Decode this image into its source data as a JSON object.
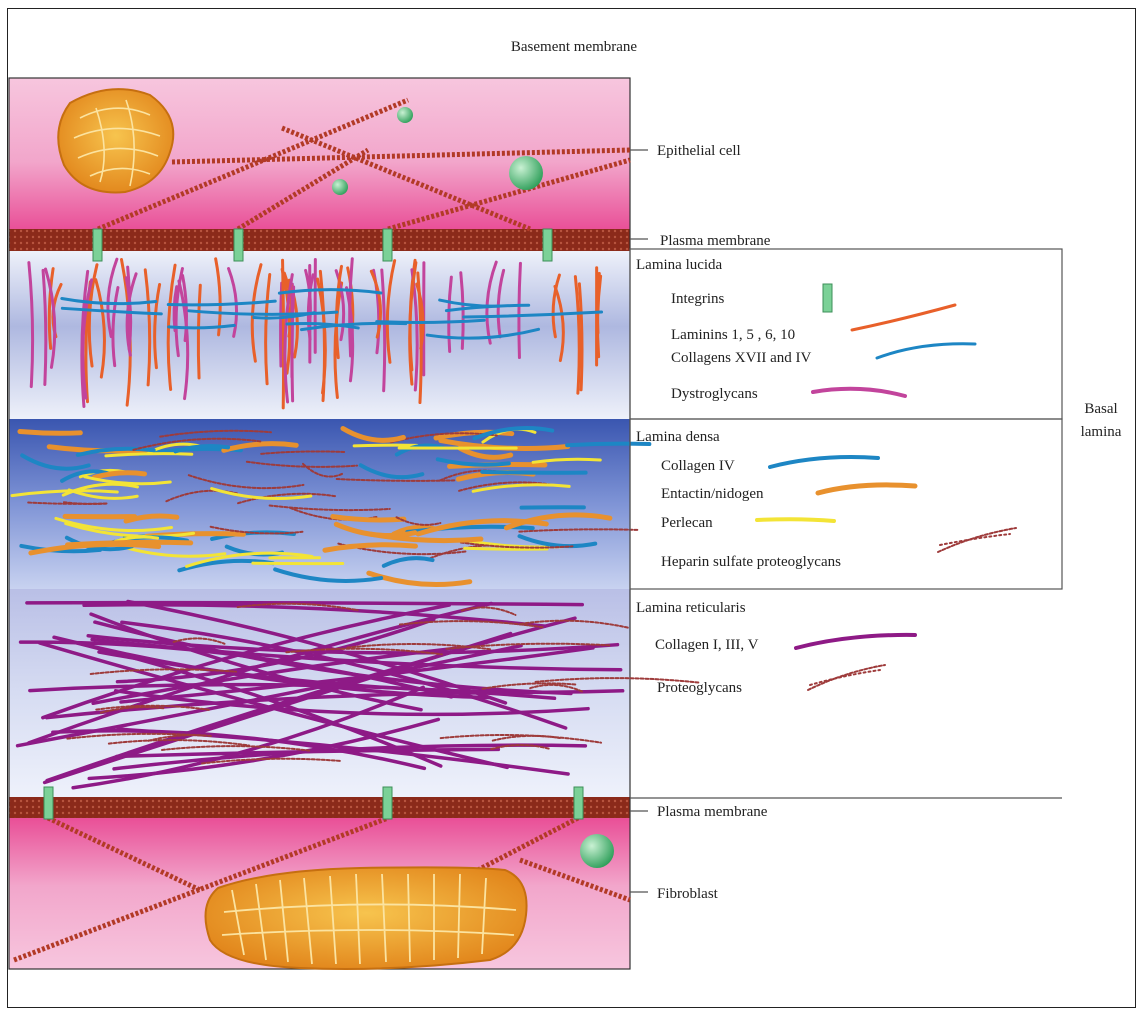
{
  "title": "Basement membrane",
  "labels": {
    "epithelial_cell": "Epithelial cell",
    "plasma_membrane_top": "Plasma membrane",
    "lamina_lucida": "Lamina lucida",
    "integrins": "Integrins",
    "laminins": "Laminins 1, 5 , 6, 10",
    "collagens_xvii_iv": "Collagens XVII and IV",
    "dystroglycans": "Dystroglycans",
    "lamina_densa": "Lamina densa",
    "collagen_iv": "Collagen IV",
    "entactin": "Entactin/nidogen",
    "perlecan": "Perlecan",
    "heparin": "Heparin sulfate proteoglycans",
    "lamina_reticularis": "Lamina reticularis",
    "collagen_i_iii_v": "Collagen I, III, V",
    "proteoglycans": "Proteoglycans",
    "plasma_membrane_bottom": "Plasma membrane",
    "fibroblast": "Fibroblast",
    "basal": "Basal",
    "lamina": "lamina"
  },
  "colors": {
    "cell_pink": "#f07fb5",
    "membrane": "#8b2a1a",
    "integrin": "#6cc58a",
    "laminin": "#e8602a",
    "collagen_blue": "#1d86c4",
    "dystroglycan": "#c2449c",
    "entactin": "#e8912e",
    "perlecan": "#f3e436",
    "heparin": "#9e3b3b",
    "collagen_purple": "#8e1a86",
    "organelle": "#f0a21e"
  }
}
